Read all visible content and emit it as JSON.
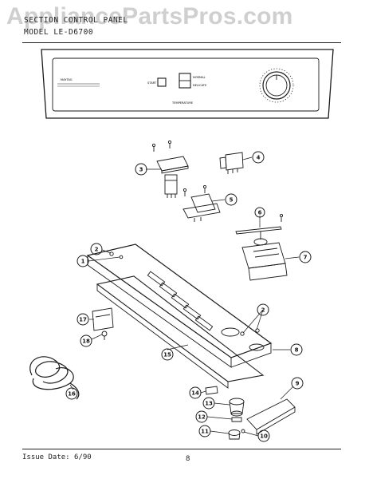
{
  "header": {
    "section_line": "SECTION  CONTROL PANEL",
    "model_line": "MODEL  LE-D6700"
  },
  "watermark": "AppliancePartsPros.com",
  "footer": {
    "issue": "Issue Date: 6/90",
    "page_number": "8"
  },
  "panel_labels": {
    "start": "START",
    "normal": "NORMAL",
    "delicate": "DELICATE",
    "temperature": "TEMPERATURE",
    "brand": "MAYTAG"
  },
  "callouts": [
    "1",
    "2",
    "2",
    "3",
    "4",
    "5",
    "6",
    "7",
    "8",
    "9",
    "10",
    "11",
    "12",
    "13",
    "14",
    "15",
    "16",
    "17",
    "18"
  ]
}
